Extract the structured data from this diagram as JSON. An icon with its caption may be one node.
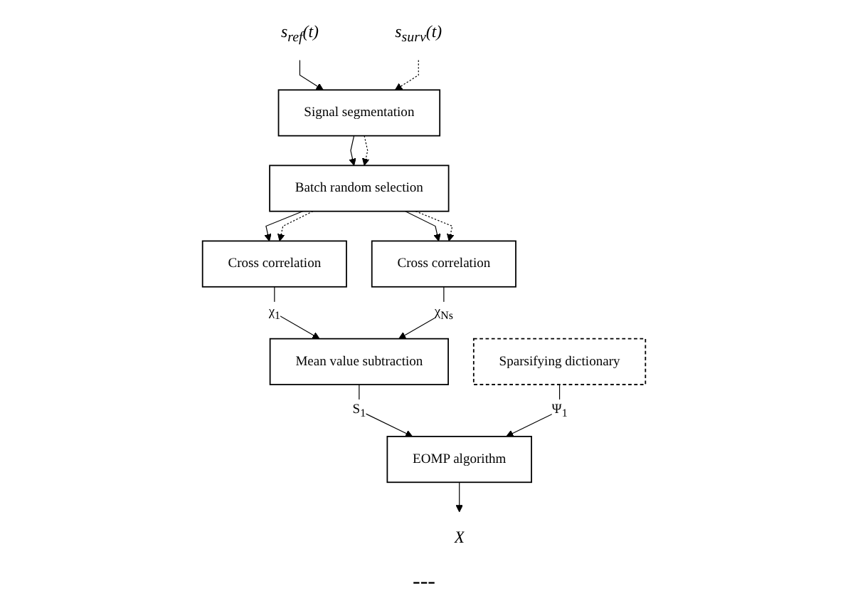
{
  "diagram": {
    "nodes": [
      {
        "text": [
          "s$_{ref}$(t)"
        ]
      },
      {
        "text": [
          "s$_{surv}$(t)"
        ]
      },
      {
        "text": [
          "Signal segmentation"
        ]
      },
      {
        "text": [
          "Batch random selection"
        ]
      },
      {
        "text": [
          "Cross correlation"
        ]
      },
      {
        "text": [
          "Cross correlation"
        ]
      },
      {
        "text": [
          "Sparsifying dictionary"
        ]
      },
      {
        "text": [
          "Mean value subtraction"
        ]
      },
      {
        "text": [
          "EOMP algorithm"
        ]
      },
      {
        "text": [
          "X"
        ]
      }
    ],
    "edges": [
      {
        "from": 0,
        "to": 2,
        "arrow": "to"
      },
      {
        "from": 1,
        "to": 2,
        "arrow": "to",
        "style": "dashed"
      },
      {
        "from": 2,
        "to": 3,
        "arrow": "to"
      },
      {
        "from": 2,
        "to": 3,
        "arrow": "to",
        "style": "dashed"
      },
      {
        "from": 3,
        "to": 4,
        "arrow": "to"
      },
      {
        "from": 3,
        "to": 4,
        "arrow": "to",
        "style": "dashed"
      },
      {
        "from": 3,
        "to": 5,
        "arrow": "to"
      },
      {
        "from": 3,
        "to": 5,
        "arrow": "to",
        "style": "dashed"
      },
      {
        "from": 4,
        "to": 7,
        "arrow": "to",
        "label": "χ$_{1}$"
      },
      {
        "from": 5,
        "to": 7,
        "arrow": "to",
        "label": "χ$_{Ns}$"
      },
      {
        "from": 7,
        "to": 8,
        "arrow": "to",
        "label": "S$_{1}$"
      },
      {
        "from": 6,
        "to": 8,
        "arrow": "to",
        "label": "Ψ$_{1}$"
      },
      {
        "from": 8,
        "to": 9,
        "arrow": "to"
      }
    ],
    "labels": [
      "---"
    ]
  }
}
